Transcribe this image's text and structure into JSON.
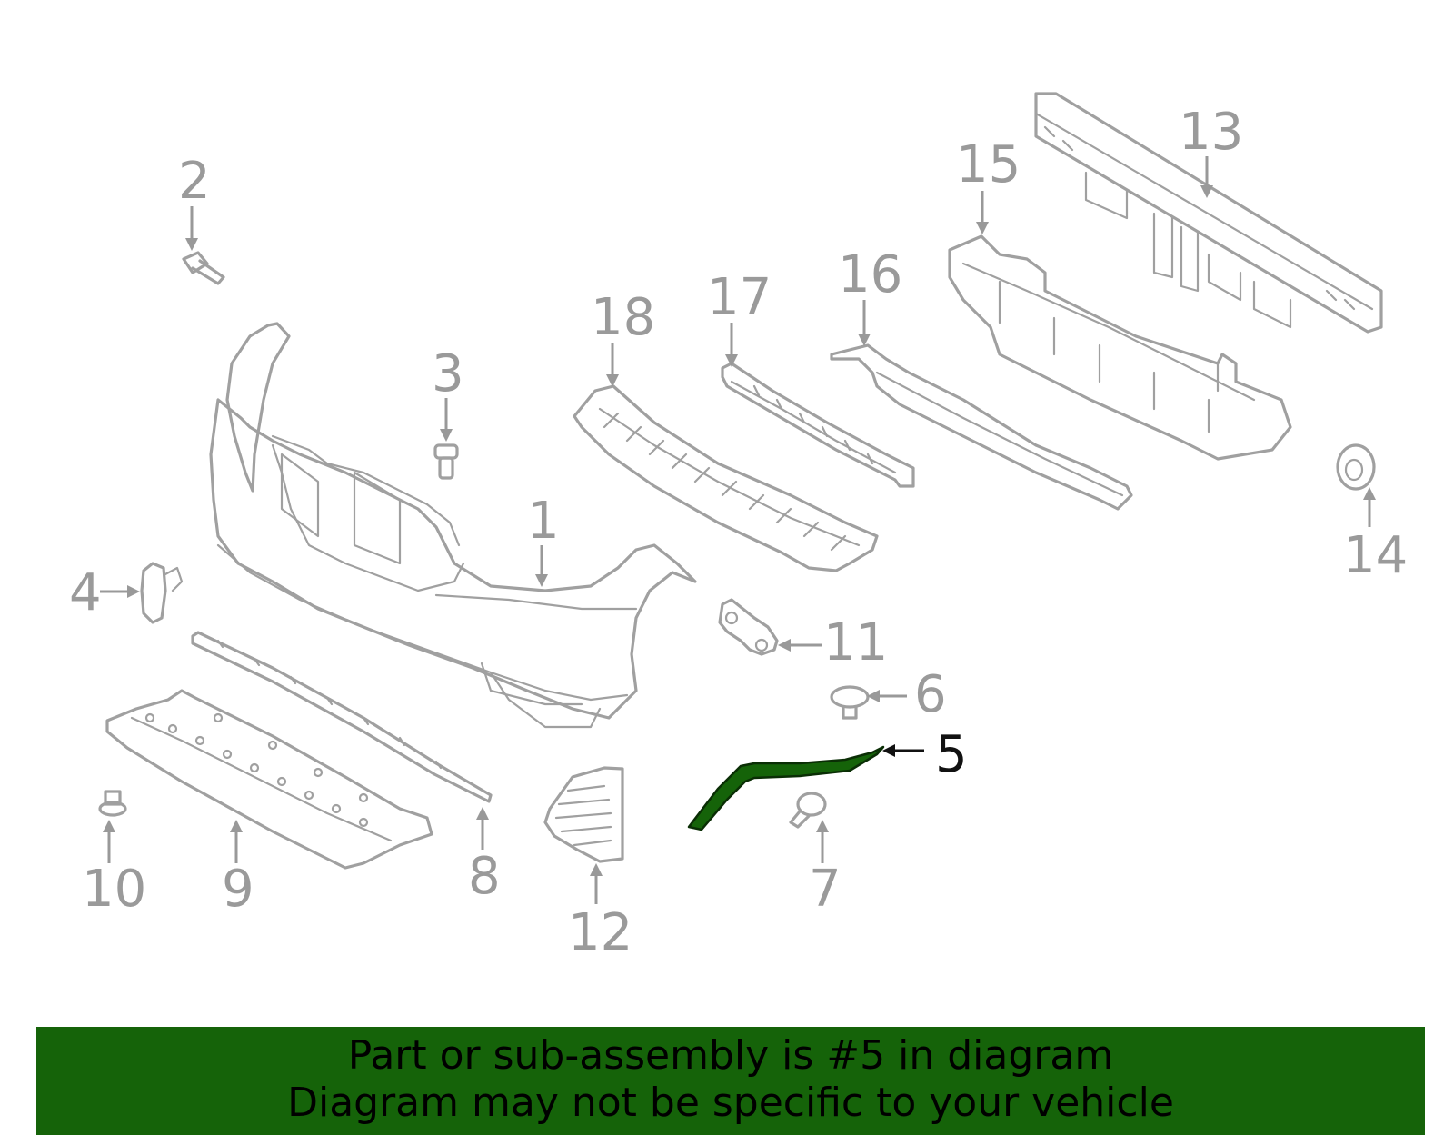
{
  "diagram": {
    "highlight_color": "#156309",
    "highlighted_part": "5",
    "callouts": {
      "c1": "1",
      "c2": "2",
      "c3": "3",
      "c4": "4",
      "c5": "5",
      "c6": "6",
      "c7": "7",
      "c8": "8",
      "c9": "9",
      "c10": "10",
      "c11": "11",
      "c12": "12",
      "c13": "13",
      "c14": "14",
      "c15": "15",
      "c16": "16",
      "c17": "17",
      "c18": "18"
    }
  },
  "banner": {
    "line1": "Part or sub-assembly is #5 in diagram",
    "line2": "Diagram may not be specific to your vehicle",
    "background": "#156309"
  }
}
